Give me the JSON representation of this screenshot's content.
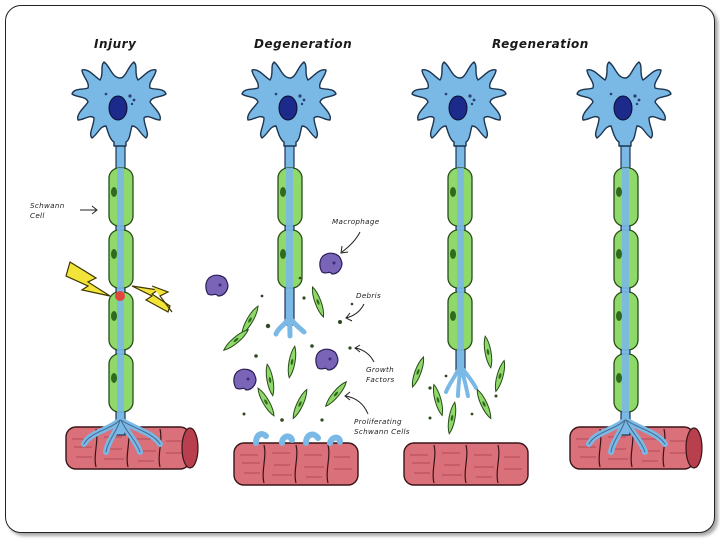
{
  "panels": {
    "injury": "Injury",
    "degeneration": "Degeneration",
    "regeneration": "Regeneration"
  },
  "labels": {
    "schwann_cell_1": "Schwann",
    "schwann_cell_2": "Cell",
    "macrophage": "Macrophage",
    "debris": "Debris",
    "growth_factors_1": "Growth",
    "growth_factors_2": "Factors",
    "proliferating_1": "Proliferating",
    "proliferating_2": "Schwann Cells"
  },
  "colors": {
    "neuron": "#7ab8e6",
    "nucleus": "#1c2a8c",
    "schwann": "#8fd86a",
    "muscle": "#d9707a",
    "macrophage": "#7a64b8",
    "lightning": "#f3e43a",
    "injury_site": "#e0463e"
  }
}
